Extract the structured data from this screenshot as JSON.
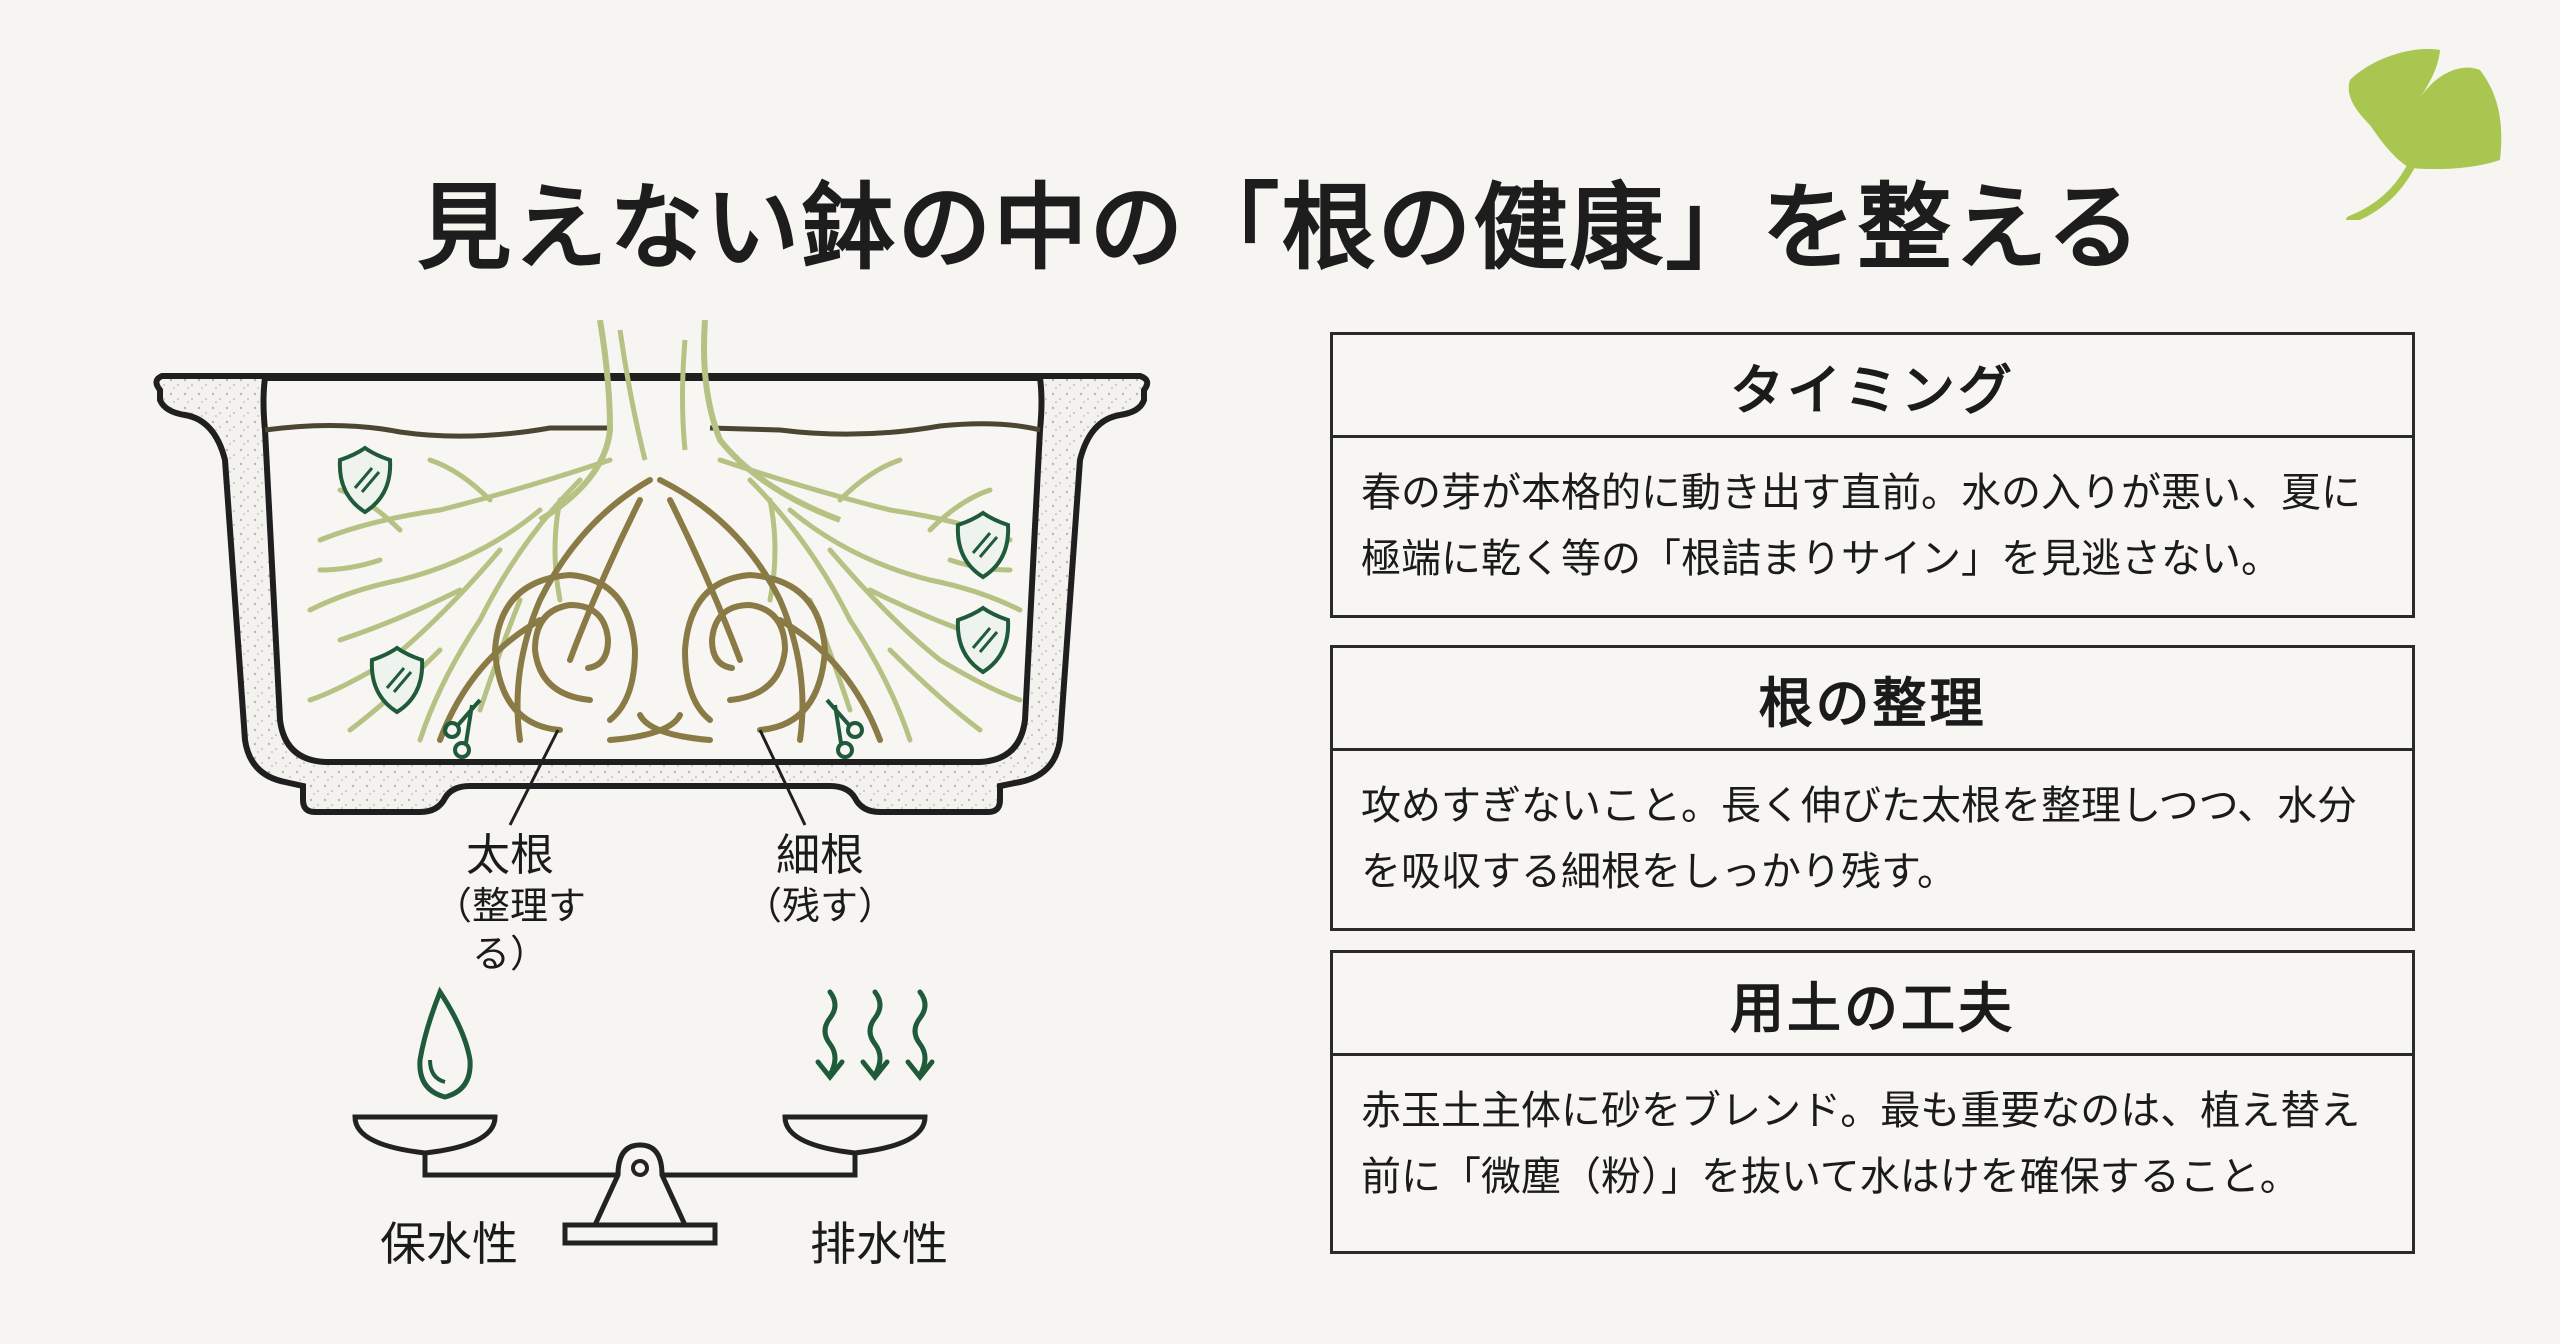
{
  "title": "見えない鉢の中の「根の健康」を整える",
  "colors": {
    "background": "#f6f5f1",
    "accent_green": "#1f5a3a",
    "leaf_green": "#a9c651",
    "fine_root": "#b6c184",
    "thick_root": "#8a7a45",
    "line": "#2a2a2a"
  },
  "diagram": {
    "labels": {
      "thick_root": "太根",
      "thick_root_note": "（整理する）",
      "fine_root": "細根",
      "fine_root_note": "（残す）"
    },
    "scale": {
      "left_label": "保水性",
      "right_label": "排水性",
      "left_icon": "water-drop-icon",
      "right_icon": "drainage-arrows-icon"
    },
    "icons": [
      "shield-icon",
      "scissors-icon",
      "ginkgo-leaf-icon"
    ]
  },
  "cards": [
    {
      "heading": "タイミング",
      "body": "春の芽が本格的に動き出す直前。水の入りが悪い、夏に極端に乾く等の「根詰まりサイン」を見逃さない。"
    },
    {
      "heading": "根の整理",
      "body": "攻めすぎないこと。長く伸びた太根を整理しつつ、水分を吸収する細根をしっかり残す。"
    },
    {
      "heading": "用土の工夫",
      "body": "赤玉土主体に砂をブレンド。最も重要なのは、植え替え前に「微塵（粉）」を抜いて水はけを確保すること。"
    }
  ]
}
